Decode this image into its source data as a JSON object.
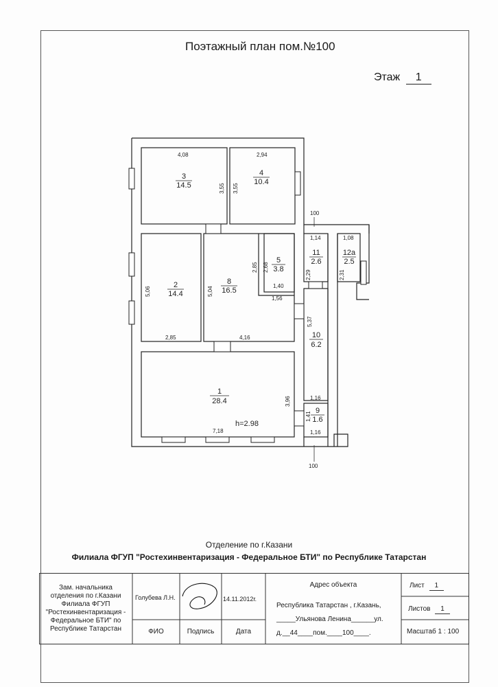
{
  "header": {
    "title": "Поэтажный план пом.№100",
    "floor_label": "Этаж",
    "floor_value": "1"
  },
  "plan": {
    "section_mark_top": "100",
    "section_mark_bottom": "100",
    "rooms": [
      {
        "num": "3",
        "area": "14.5"
      },
      {
        "num": "4",
        "area": "10.4"
      },
      {
        "num": "2",
        "area": "14.4"
      },
      {
        "num": "8",
        "area": "16.5"
      },
      {
        "num": "5",
        "area": "3.8"
      },
      {
        "num": "11",
        "area": "2.6"
      },
      {
        "num": "12а",
        "area": "2.5"
      },
      {
        "num": "10",
        "area": "6.2"
      },
      {
        "num": "1",
        "area": "28.4"
      },
      {
        "num": "9",
        "area": "1.6"
      }
    ],
    "height_label": "h=2.98",
    "dims": {
      "r3_top": "4,08",
      "r3_right": "3,55",
      "r4_top": "2,94",
      "r4_left": "3,55",
      "r2_left": "5,06",
      "r2_bottom": "2,85",
      "r8_left": "5,04",
      "r8_bottom": "4,16",
      "r8_inner_right": "1,56",
      "r5_left": "2,85",
      "r5_left2": "2,68",
      "r5_bottom": "1,40",
      "r11_top": "1,14",
      "r11_left": "2,29",
      "r12_top": "1,08",
      "r12_left": "2,31",
      "r10_left": "5,37",
      "r1_right": "3,96",
      "r1_bottom": "7,18",
      "r9_top": "1,16",
      "r9_left": "1,41",
      "r9_bottom": "1,16"
    }
  },
  "organization": {
    "line1": "Отделение по г.Казани",
    "line2": "Филиала ФГУП \"Ростехинвентаризация - Федеральное БТИ\" по Республике Татарстан"
  },
  "stamp": {
    "position_lines": [
      "Зам. начальника",
      "отделения по г.Казани",
      "Филиала ФГУП",
      "\"Ростехинвентаризация -",
      "Федеральное БТИ\" по",
      "Республике Татарстан"
    ],
    "name": "Голубева Л.Н.",
    "date": "14.11.2012г.",
    "col_fio": "ФИО",
    "col_sign": "Подпись",
    "col_date": "Дата",
    "address_title": "Адрес объекта",
    "address_line1": "Республика Татарстан , г.Казань,",
    "address_street_prefix": "_____Ульянова Ленина______ул.",
    "address_house": "д.__44____пом.____100____.",
    "sheet_label": "Лист",
    "sheet_value": "1",
    "sheets_label": "Листов",
    "sheets_value": "1",
    "scale": "Масштаб 1 : 100"
  }
}
